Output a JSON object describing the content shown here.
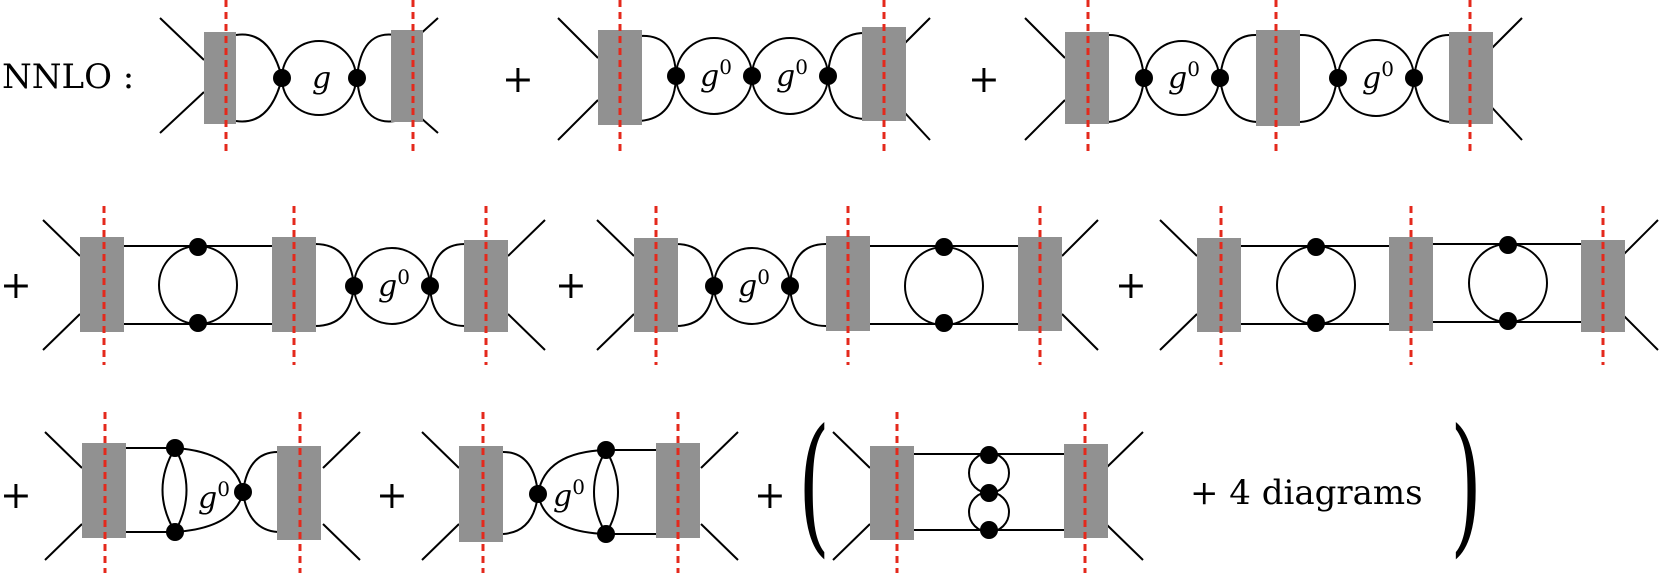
{
  "prefix": "NNLO :",
  "operators": {
    "plus": "+"
  },
  "labels": {
    "g": "g",
    "g_zero_base": "g",
    "g_zero_sup": "0"
  },
  "extra": "+ 4 diagrams",
  "paren_open": "(",
  "paren_close": ")",
  "colors": {
    "block": "#919191",
    "cut": "#e4291c",
    "line": "#000000",
    "vertex": "#000000"
  }
}
